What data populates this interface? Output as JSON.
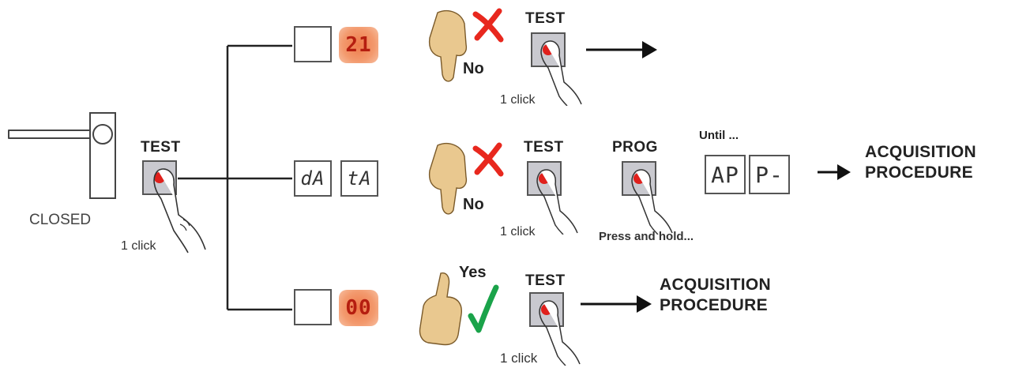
{
  "start": {
    "state_label": "CLOSED",
    "button_label": "TEST",
    "click_label": "1 click"
  },
  "branch_top": {
    "display_left": "",
    "display_right": "21",
    "answer": "No",
    "button_label": "TEST",
    "click_label": "1 click"
  },
  "branch_middle": {
    "display_left": "dA",
    "display_right": "tA",
    "answer": "No",
    "test_label": "TEST",
    "click_label": "1 click",
    "prog_label": "PROG",
    "hold_label": "Press and hold...",
    "until_label": "Until ...",
    "result_left": "AP",
    "result_right": "P-",
    "outcome_line1": "ACQUISITION",
    "outcome_line2": "PROCEDURE"
  },
  "branch_bottom": {
    "display_left": "",
    "display_right": "00",
    "answer": "Yes",
    "button_label": "TEST",
    "click_label": "1 click",
    "outcome_line1": "ACQUISITION",
    "outcome_line2": "PROCEDURE"
  },
  "colors": {
    "button_dot": "#e0201c",
    "cross": "#e8281e",
    "check": "#1aa34a",
    "display_glow": "#f39a6e"
  }
}
